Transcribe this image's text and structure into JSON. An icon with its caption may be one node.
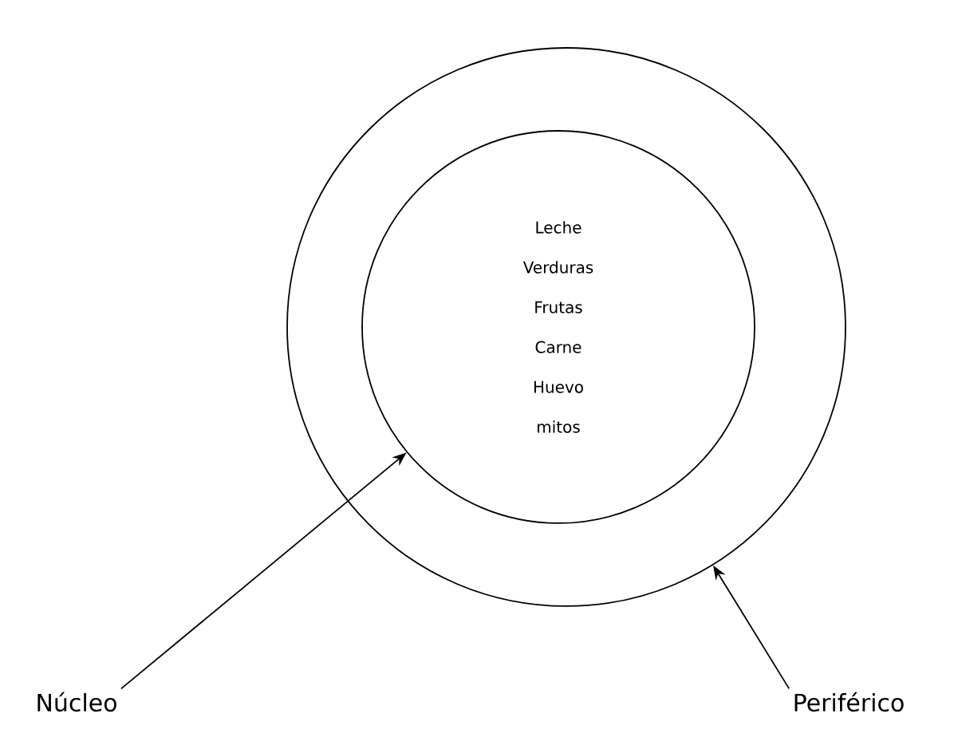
{
  "diagram": {
    "nodes": [
      {
        "text": [],
        "shape": "circle"
      },
      {
        "text": [
          "Leche",
          "Verduras",
          "Frutas",
          "Carne",
          "Huevo",
          "mitos"
        ],
        "in": 0
      },
      {
        "text": [
          "Núcleo"
        ]
      },
      {
        "text": [
          "Periférico"
        ]
      }
    ],
    "edges": [
      {
        "from": 2,
        "to": 1,
        "arrow": "to"
      },
      {
        "from": 3,
        "to": 0,
        "arrow": "to"
      }
    ]
  }
}
